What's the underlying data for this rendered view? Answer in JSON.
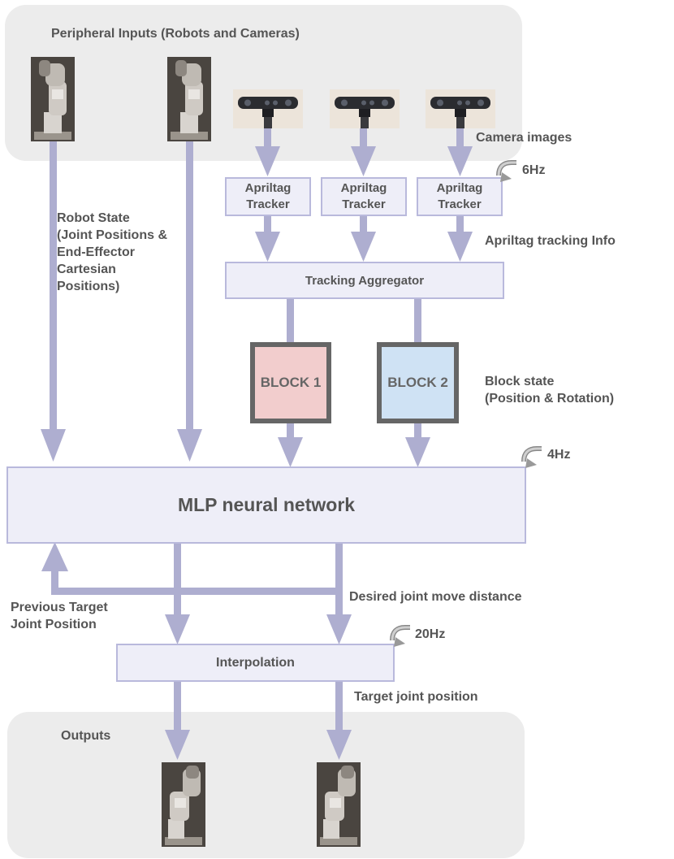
{
  "colors": {
    "arrow": "#aeaed0",
    "panel": "#ececec",
    "box_fill": "#eeeef8",
    "box_border": "#b9b9dc",
    "block1": "#f2cdcd",
    "block2": "#cfe2f4",
    "block_border": "#666666",
    "text": "#555555"
  },
  "panels": {
    "inputs_title": "Peripheral Inputs (Robots and Cameras)",
    "outputs_title": "Outputs"
  },
  "trackers": [
    {
      "label": "Apriltag\nTracker"
    },
    {
      "label": "Apriltag\nTracker"
    },
    {
      "label": "Apriltag\nTracker"
    }
  ],
  "aggregator": {
    "label": "Tracking Aggregator"
  },
  "blocks": [
    {
      "label": "BLOCK 1"
    },
    {
      "label": "BLOCK 2"
    }
  ],
  "mlp": {
    "label": "MLP neural network"
  },
  "interpolation": {
    "label": "Interpolation"
  },
  "annotations": {
    "camera_images": "Camera images",
    "rate_tracker": "6Hz",
    "apriltag_info": "Apriltag tracking Info",
    "robot_state": "Robot State\n(Joint Positions &\nEnd-Effector\nCartesian\nPositions)",
    "block_state": "Block state\n(Position & Rotation)",
    "rate_mlp": "4Hz",
    "prev_target": "Previous Target\nJoint Position",
    "desired_move": "Desired joint move distance",
    "rate_interp": "20Hz",
    "target_pos": "Target joint position"
  },
  "icons": {
    "robot": "robot-arm-icon",
    "camera": "stereo-camera-icon",
    "cycle": "cycle-arrow-icon"
  }
}
